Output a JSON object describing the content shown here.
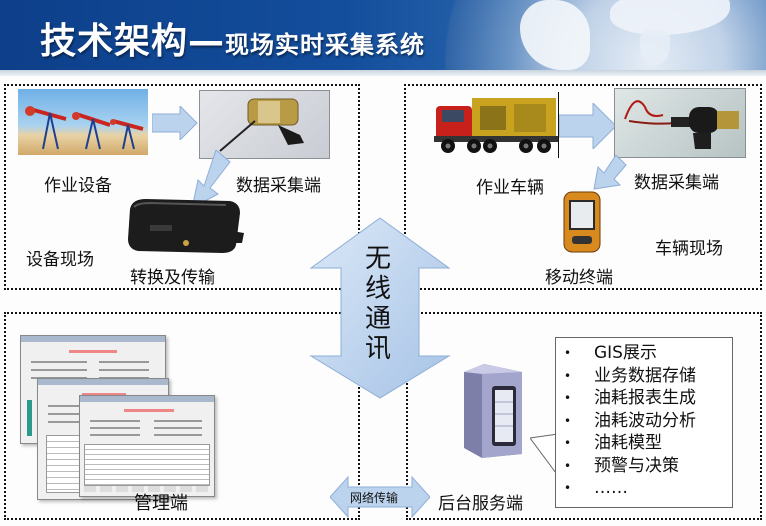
{
  "header": {
    "title": "技术架构",
    "dash": "—",
    "subtitle": "现场实时采集系统",
    "background_color": "#134e9c"
  },
  "equipment_site": {
    "area_label": "设备现场",
    "work_equipment": {
      "label": "作业设备",
      "image": "oil-pumpjack-photo"
    },
    "collector": {
      "label": "数据采集端",
      "image": "flow-sensor-photo"
    },
    "transmitter": {
      "label": "转换及传输",
      "image": "black-transmitter-box-photo"
    }
  },
  "vehicle_site": {
    "area_label": "车辆现场",
    "work_vehicle": {
      "label": "作业车辆",
      "image": "red-truck-photo"
    },
    "collector": {
      "label": "数据采集端",
      "image": "vehicle-sensor-photo"
    },
    "mobile_terminal": {
      "label": "移动终端",
      "image": "handheld-gps-device-photo"
    }
  },
  "wireless": {
    "label_chars": [
      "无",
      "线",
      "通",
      "讯"
    ],
    "arrow_color": "#b9d2ee"
  },
  "management": {
    "label": "管理端",
    "image": "report-window-screenshots"
  },
  "network": {
    "label": "网络传输"
  },
  "backend": {
    "label": "后台服务端",
    "image": "server-tower-icon",
    "features": [
      {
        "bullet": "•",
        "text": "GIS展示"
      },
      {
        "bullet": "•",
        "text": "业务数据存储"
      },
      {
        "bullet": "•",
        "text": "油耗报表生成"
      },
      {
        "bullet": "•",
        "text": "油耗波动分析"
      },
      {
        "bullet": "•",
        "text": "油耗模型"
      },
      {
        "bullet": "•",
        "text": "预警与决策"
      },
      {
        "bullet": "•",
        "text": "……"
      }
    ]
  }
}
